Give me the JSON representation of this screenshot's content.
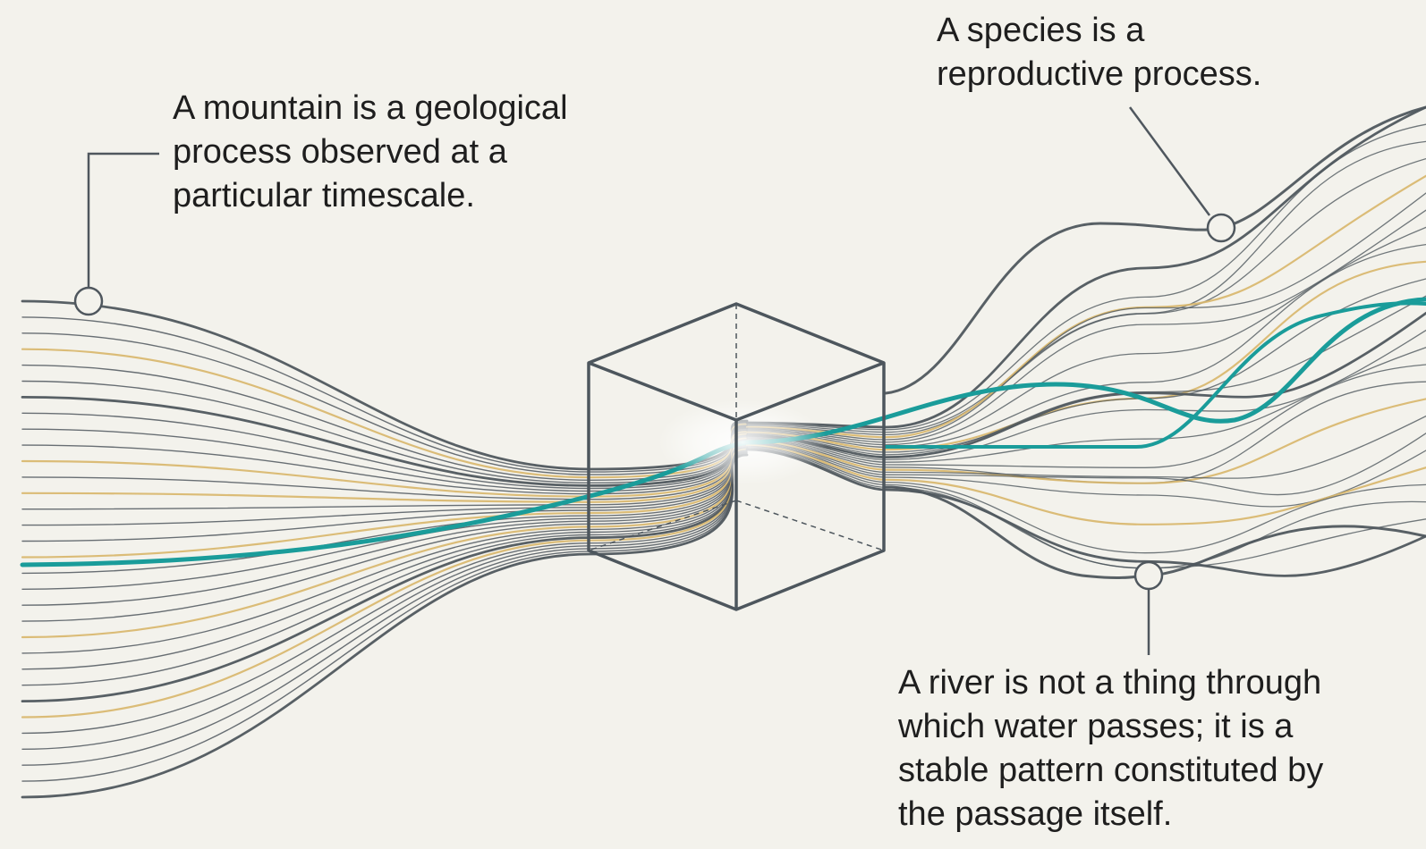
{
  "annotations": {
    "mountain": {
      "lines": [
        "A mountain is a geological",
        "process observed at a",
        "particular timescale."
      ]
    },
    "species": {
      "lines": [
        "A species is a",
        "reproductive process."
      ]
    },
    "river": {
      "lines": [
        "A river is not a thing through",
        "which water passes; it is a",
        "stable pattern constituted by",
        "the passage itself."
      ]
    }
  },
  "colors": {
    "background": "#f3f2ec",
    "gray_line": "#4f575e",
    "gold_line": "#d8b66a",
    "teal_line": "#1a9c9a",
    "cube_stroke": "#4d565d",
    "text": "#1e1e1e"
  }
}
